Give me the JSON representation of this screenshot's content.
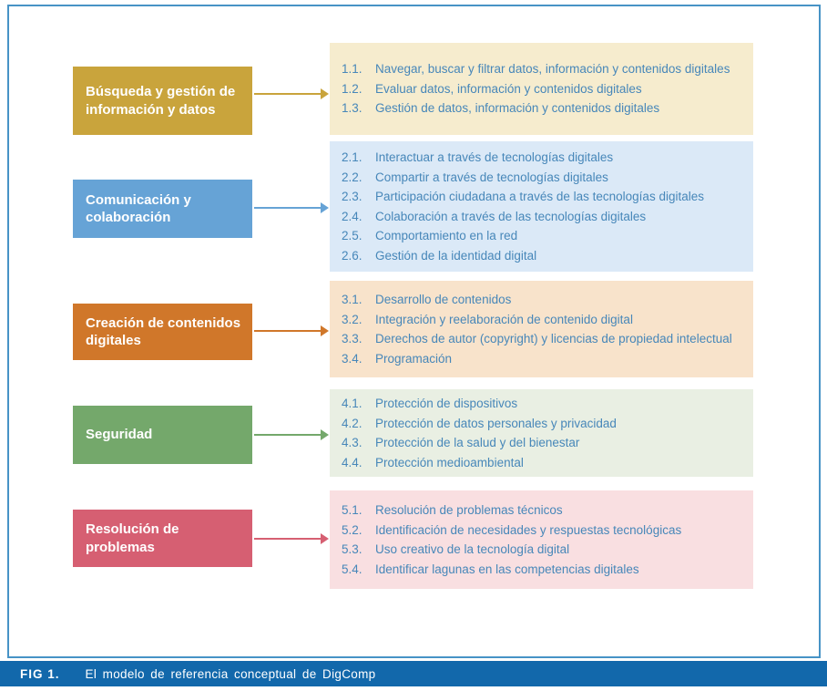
{
  "figure": {
    "caption_label": "FIG 1.",
    "caption_text": "El modelo de referencia conceptual de DigComp",
    "caption_bar_color": "#1268ab",
    "border_color": "#4793c6",
    "item_text_color": "#4787b9"
  },
  "categories": [
    {
      "id": 1,
      "label": "Búsqueda y gestión de información y datos",
      "box_color": "#c9a43c",
      "panel_color": "#f6ecce",
      "items": [
        {
          "num": "1.1.",
          "text": "Navegar, buscar y filtrar datos, información y contenidos digitales"
        },
        {
          "num": "1.2.",
          "text": "Evaluar datos, información y contenidos digitales"
        },
        {
          "num": "1.3.",
          "text": "Gestión de datos, información y contenidos digitales"
        }
      ]
    },
    {
      "id": 2,
      "label": "Comunicación y colaboración",
      "box_color": "#66a3d6",
      "panel_color": "#dbe9f7",
      "items": [
        {
          "num": "2.1.",
          "text": "Interactuar a través de tecnologías digitales"
        },
        {
          "num": "2.2.",
          "text": "Compartir a través de tecnologías digitales"
        },
        {
          "num": "2.3.",
          "text": "Participación ciudadana a través de las tecnologías digitales"
        },
        {
          "num": "2.4.",
          "text": "Colaboración a través de las tecnologías digitales"
        },
        {
          "num": "2.5.",
          "text": "Comportamiento en la red"
        },
        {
          "num": "2.6.",
          "text": "Gestión de la identidad digital"
        }
      ]
    },
    {
      "id": 3,
      "label": "Creación de contenidos digitales",
      "box_color": "#d0772a",
      "panel_color": "#f8e3cb",
      "items": [
        {
          "num": "3.1.",
          "text": "Desarrollo de contenidos"
        },
        {
          "num": "3.2.",
          "text": "Integración y reelaboración de contenido digital"
        },
        {
          "num": "3.3.",
          "text": "Derechos de autor (copyright) y licencias de propiedad intelectual"
        },
        {
          "num": "3.4.",
          "text": "Programación"
        }
      ]
    },
    {
      "id": 4,
      "label": "Seguridad",
      "box_color": "#74a86b",
      "panel_color": "#e9efe3",
      "items": [
        {
          "num": "4.1.",
          "text": "Protección de dispositivos"
        },
        {
          "num": "4.2.",
          "text": "Protección de datos personales y privacidad"
        },
        {
          "num": "4.3.",
          "text": "Protección de la salud y del bienestar"
        },
        {
          "num": "4.4.",
          "text": "Protección medioambiental"
        }
      ]
    },
    {
      "id": 5,
      "label": "Resolución de problemas",
      "box_color": "#d65f72",
      "panel_color": "#f9dfe1",
      "items": [
        {
          "num": "5.1.",
          "text": "Resolución de problemas técnicos"
        },
        {
          "num": "5.2.",
          "text": "Identificación de necesidades y respuestas tecnológicas"
        },
        {
          "num": "5.3.",
          "text": "Uso creativo de la tecnología digital"
        },
        {
          "num": "5.4.",
          "text": "Identificar lagunas en las competencias digitales"
        }
      ]
    }
  ]
}
